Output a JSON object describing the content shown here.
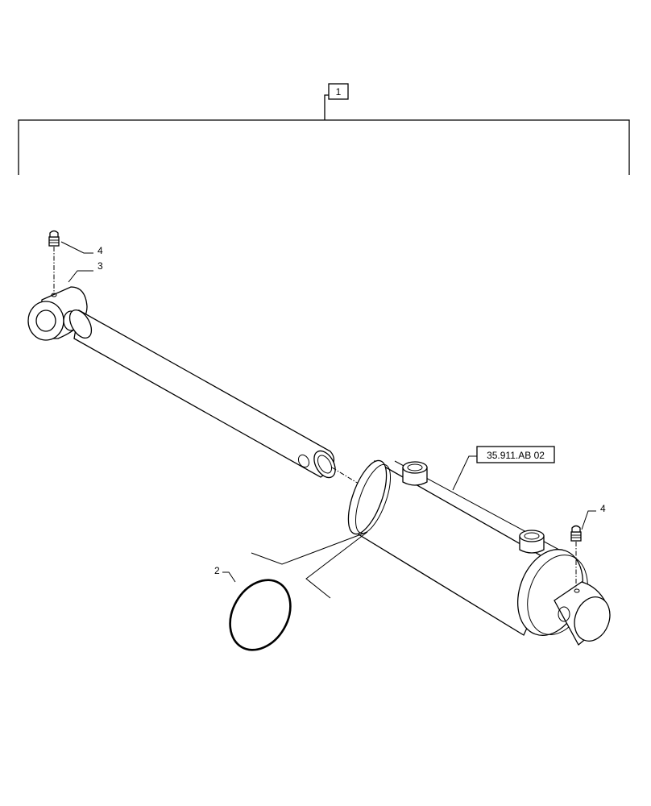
{
  "callouts": {
    "assembly": "1",
    "oring": "2",
    "rod_eye": "3",
    "fitting_left": "4",
    "fitting_right": "4",
    "reference": "35.911.AB 02"
  }
}
